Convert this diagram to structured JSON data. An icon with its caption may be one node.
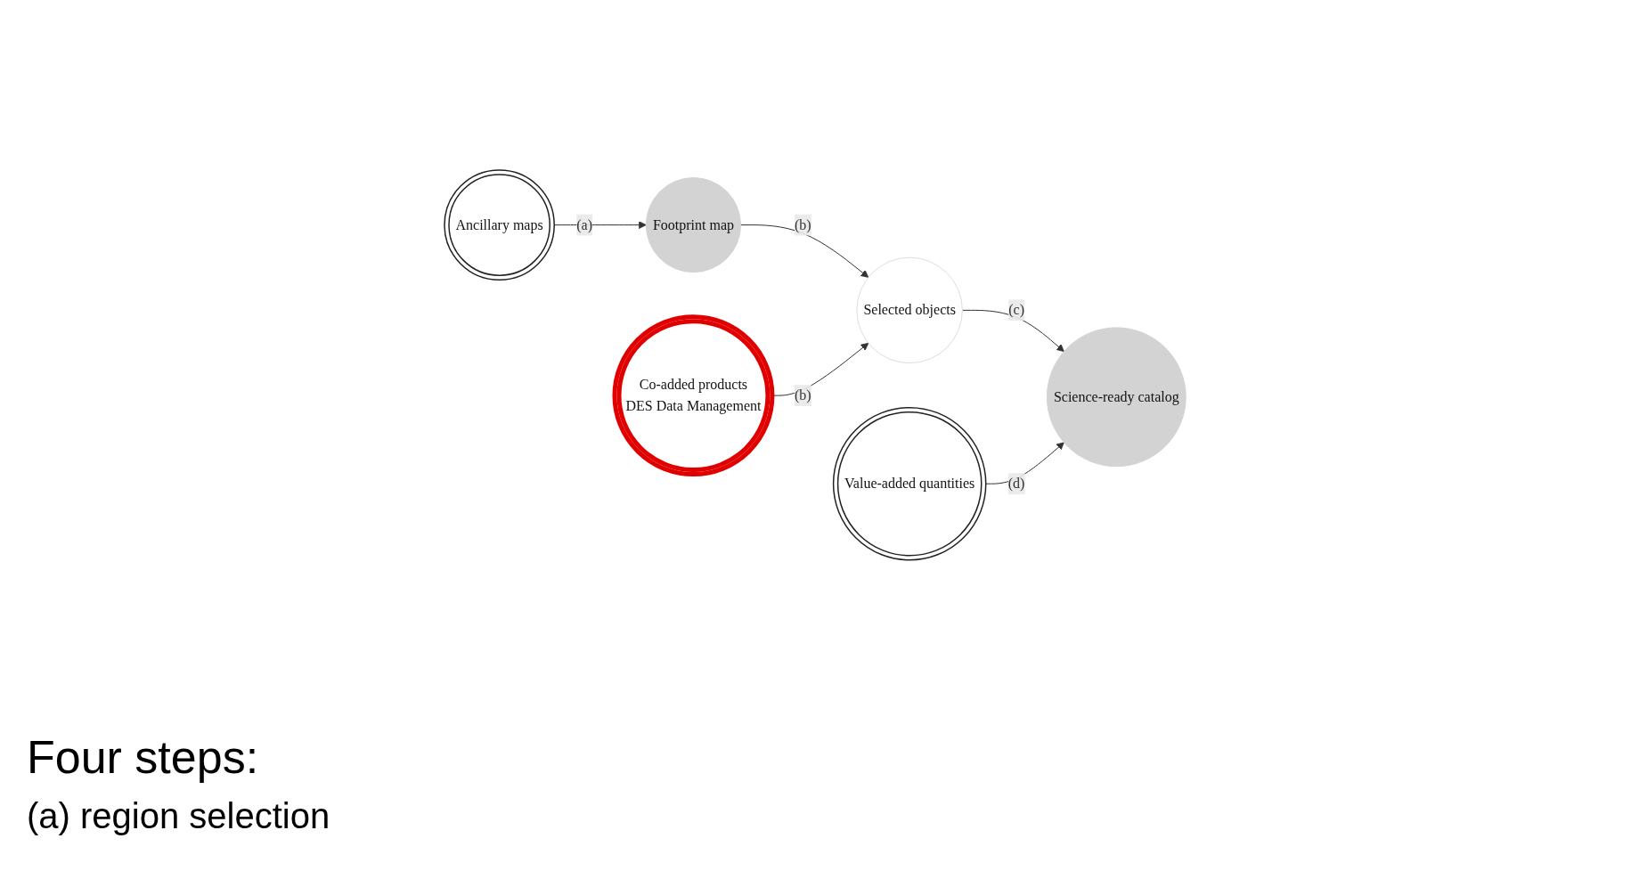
{
  "diagram": {
    "nodes": [
      {
        "text": [
          "Ancillary maps"
        ]
      },
      {
        "text": [
          "Footprint map"
        ]
      },
      {
        "text": [
          "Co-added products",
          "DES Data Management"
        ]
      },
      {
        "text": [
          "Selected objects"
        ]
      },
      {
        "text": [
          "Value-added quantities"
        ]
      },
      {
        "text": [
          "Science-ready catalog"
        ]
      }
    ],
    "edges": [
      {
        "from": 0,
        "to": 1,
        "arrow": "to",
        "label": "(a)"
      },
      {
        "from": 1,
        "to": 3,
        "arrow": "to",
        "label": "(b)"
      },
      {
        "from": 2,
        "to": 3,
        "arrow": "to",
        "label": "(b)"
      },
      {
        "from": 3,
        "to": 5,
        "arrow": "to",
        "label": "(c)"
      },
      {
        "from": 4,
        "to": 5,
        "arrow": "to",
        "label": "(d)"
      }
    ],
    "labels": [
      "Four steps:",
      "(a) region selection"
    ]
  }
}
